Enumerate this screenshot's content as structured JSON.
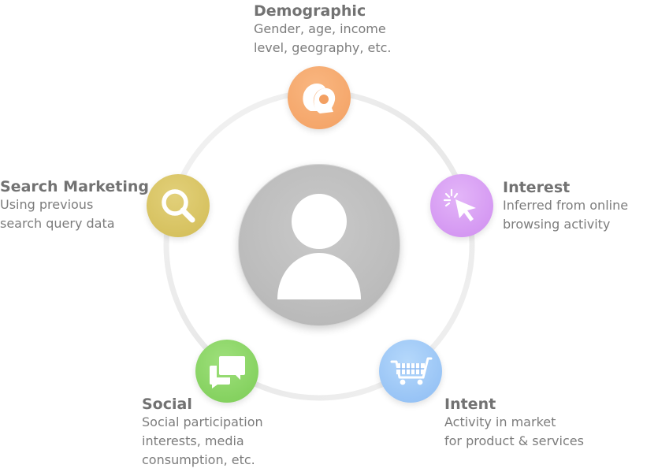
{
  "segments": {
    "demographic": {
      "title": "Demographic",
      "desc_line1": "Gender, age, income",
      "desc_line2": "level, geography, etc.",
      "color": "#f3a062",
      "icon": "people-heads-icon"
    },
    "interest": {
      "title": "Interest",
      "desc_line1": "Inferred from online",
      "desc_line2": "browsing activity",
      "color": "#cf8df0",
      "icon": "cursor-click-icon"
    },
    "intent": {
      "title": "Intent",
      "desc_line1": "Activity in market",
      "desc_line2": "for product & services",
      "color": "#8dbcf3",
      "icon": "shopping-cart-icon"
    },
    "social": {
      "title": "Social",
      "desc_line1": "Social participation",
      "desc_line2": "interests, media",
      "desc_line3": "consumption, etc.",
      "color": "#7bcc55",
      "icon": "chat-bubbles-icon"
    },
    "search": {
      "title": "Search Marketing",
      "desc_line1": "Using previous",
      "desc_line2": "search query data",
      "color": "#d2bc55",
      "icon": "magnifier-icon"
    }
  },
  "center": {
    "icon": "user-avatar-icon",
    "color": "#bdbdbd"
  }
}
